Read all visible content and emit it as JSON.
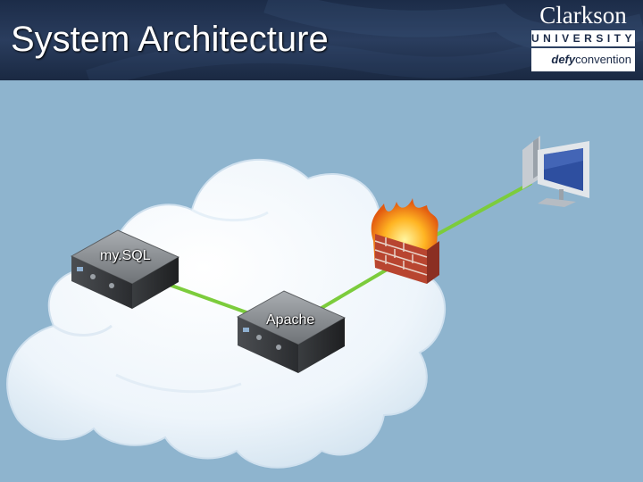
{
  "slide": {
    "title": "System Architecture"
  },
  "logo": {
    "name": "Clarkson",
    "university": "UNIVERSITY",
    "tagline_1": "defy",
    "tagline_2": "convention"
  },
  "diagram": {
    "nodes": [
      {
        "id": "db",
        "label": "my.SQL",
        "icon": "server-icon"
      },
      {
        "id": "web",
        "label": "Apache",
        "icon": "server-icon"
      },
      {
        "id": "fw",
        "label": "",
        "icon": "firewall-icon"
      },
      {
        "id": "client",
        "label": "",
        "icon": "computer-icon"
      }
    ],
    "edges": [
      [
        "db",
        "web"
      ],
      [
        "web",
        "fw"
      ],
      [
        "fw",
        "client"
      ]
    ],
    "colors": {
      "background": "#8eb4ce",
      "link": "#7ccc3c",
      "cloud": "#f3f8fc",
      "header": "#1f2f4c"
    }
  }
}
